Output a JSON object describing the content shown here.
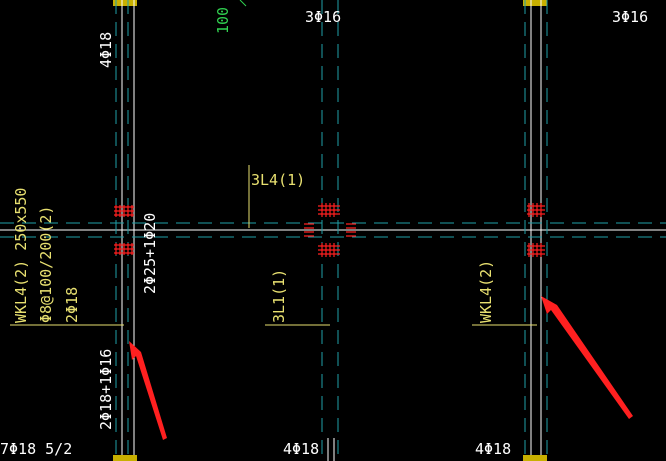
{
  "colors": {
    "background": "#000000",
    "column": "#ffffff",
    "axis": "#1fa0a8",
    "text_white": "#ffffff",
    "text_yellow": "#e8e070",
    "text_green": "#30d050",
    "rebar": "#ff2020",
    "arrow": "#ff2020",
    "support": "#c8b000"
  },
  "labels": {
    "top_green": "100",
    "top_mid_rebar": "3Φ16",
    "top_right_rebar": "3Φ16",
    "left_col_top": "4Φ18",
    "beam_3l4": "3L4(1)",
    "beam_3l1": "3L1(1)",
    "right_wkl": "WKL4(2)",
    "left_wkl_line1": "WKL4(2) 250x550",
    "left_wkl_line2": "Φ8@100/200(2)",
    "left_wkl_line3": "2Φ18",
    "left_vertical_mid": "2Φ25+1Φ20",
    "left_vertical_low": "2Φ18+1Φ16",
    "bottom_left": "7Φ18 5/2",
    "bottom_mid": "4Φ18",
    "bottom_right": "4Φ18"
  },
  "icons": {
    "arrow_left": "red-arrow-icon",
    "arrow_right": "red-arrow-icon"
  }
}
